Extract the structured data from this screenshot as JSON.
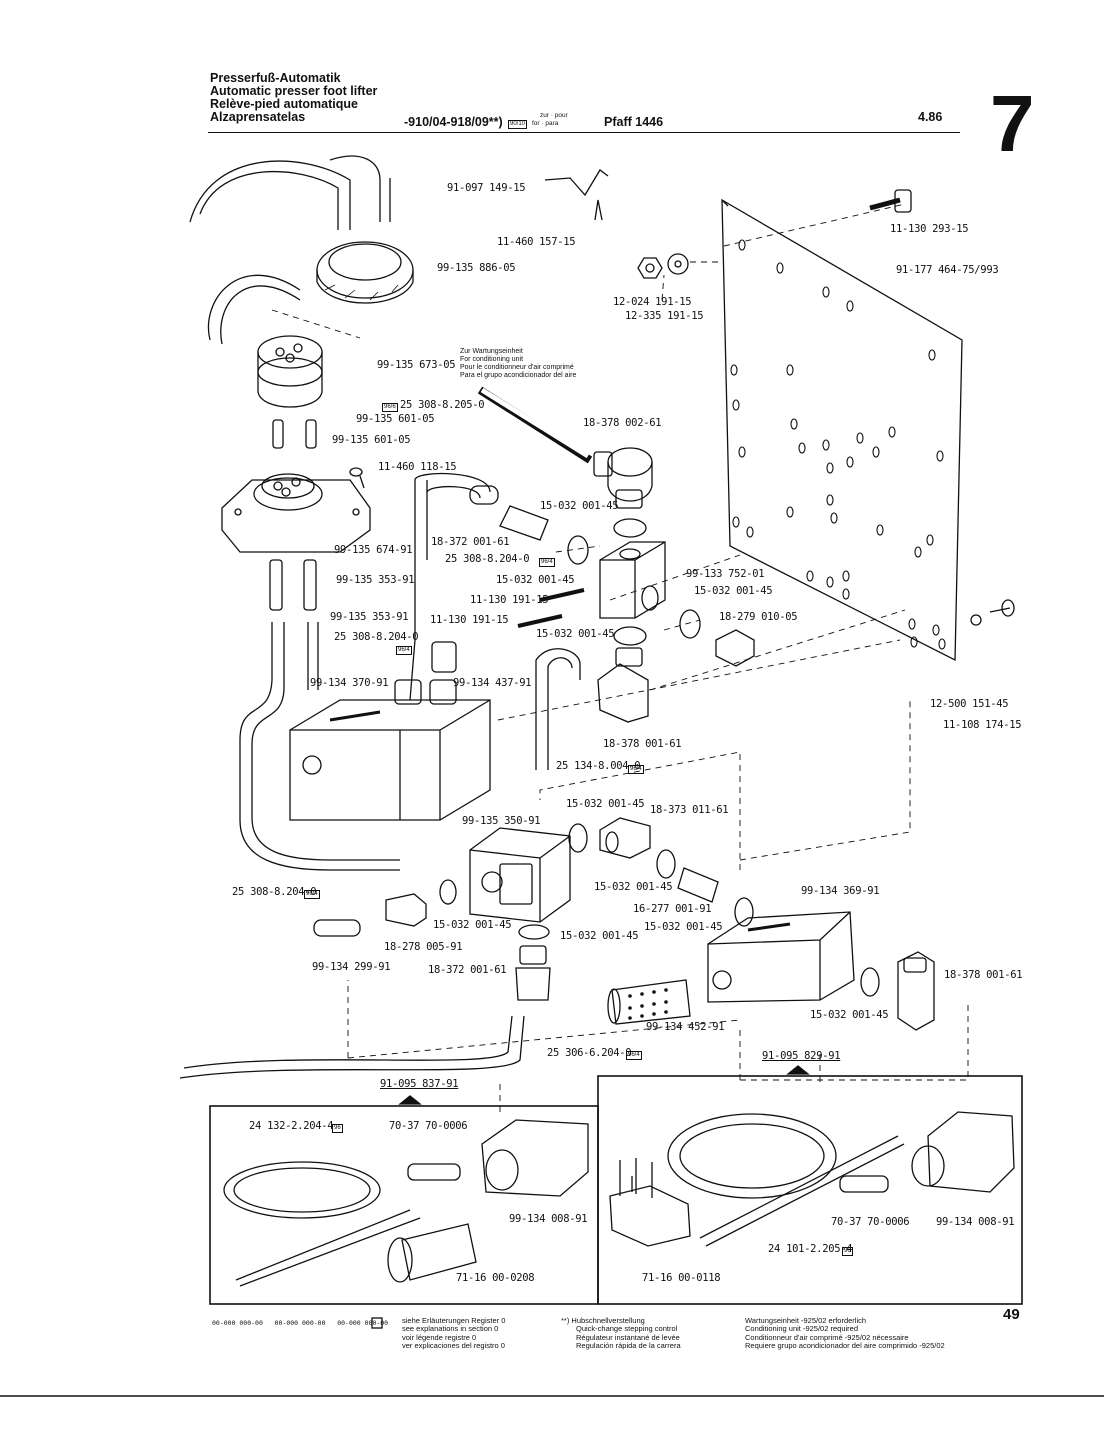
{
  "header": {
    "title_lines": [
      "Presserfuß-Automatik",
      "Automatic presser foot lifter",
      "Relève-pied automatique",
      "Alzaprensatelas"
    ],
    "model_code": "-910/04-918/09**)",
    "badge": "90/10",
    "zur_pour": "zur · pour",
    "for_para": "for · para",
    "machine": "Pfaff 1446",
    "date": "4.86",
    "section_number": "7"
  },
  "air_unit_note": {
    "lines": [
      "Zur Wartungseinheit",
      "For conditioning unit",
      "Pour le conditionneur d'air comprimé",
      "Para el grupo acondicionador del aire"
    ]
  },
  "parts": [
    {
      "id": "p1",
      "label": "91-097 149-15"
    },
    {
      "id": "p2",
      "label": "11-460 157-15"
    },
    {
      "id": "p3",
      "label": "99-135 886-05"
    },
    {
      "id": "p4",
      "label": "11-130 293-15"
    },
    {
      "id": "p5",
      "label": "91-177 464-75/993"
    },
    {
      "id": "p6",
      "label": "12-024 191-15"
    },
    {
      "id": "p7",
      "label": "12-335 191-15"
    },
    {
      "id": "p8",
      "label": "99-135 673-05"
    },
    {
      "id": "p9",
      "label": "25 308-8.205-0"
    },
    {
      "id": "p10",
      "label": "99-135 601-05"
    },
    {
      "id": "p11",
      "label": "99-135 601-05"
    },
    {
      "id": "p12",
      "label": "18-378 002-61"
    },
    {
      "id": "p13",
      "label": "11-460 118-15"
    },
    {
      "id": "p14",
      "label": "15-032 001-45"
    },
    {
      "id": "p15",
      "label": "18-372 001-61"
    },
    {
      "id": "p16",
      "label": "25 308-8.204-0"
    },
    {
      "id": "p17",
      "label": "99-135 674-91"
    },
    {
      "id": "p18",
      "label": "99-133 752-01"
    },
    {
      "id": "p19",
      "label": "99-135 353-91"
    },
    {
      "id": "p20",
      "label": "15-032 001-45"
    },
    {
      "id": "p21",
      "label": "15-032 001-45"
    },
    {
      "id": "p22",
      "label": "11-130 191-15"
    },
    {
      "id": "p23",
      "label": "18-279 010-05"
    },
    {
      "id": "p24",
      "label": "99-135 353-91"
    },
    {
      "id": "p25",
      "label": "11-130 191-15"
    },
    {
      "id": "p26",
      "label": "15-032 001-45"
    },
    {
      "id": "p27",
      "label": "25 308-8.204-0"
    },
    {
      "id": "p28",
      "label": "99-134 370-91"
    },
    {
      "id": "p29",
      "label": "99-134 437-91"
    },
    {
      "id": "p30",
      "label": "12-500 151-45"
    },
    {
      "id": "p31",
      "label": "11-108 174-15"
    },
    {
      "id": "p32",
      "label": "18-378 001-61"
    },
    {
      "id": "p33",
      "label": "25 134-8.004-0"
    },
    {
      "id": "p34",
      "label": "15-032 001-45"
    },
    {
      "id": "p35",
      "label": "18-373 011-61"
    },
    {
      "id": "p36",
      "label": "99-135 350-91"
    },
    {
      "id": "p37",
      "label": "25 308-8.204-0"
    },
    {
      "id": "p38",
      "label": "15-032 001-45"
    },
    {
      "id": "p39",
      "label": "16-277 001-91"
    },
    {
      "id": "p40",
      "label": "99-134 369-91"
    },
    {
      "id": "p41",
      "label": "15-032 001-45"
    },
    {
      "id": "p42",
      "label": "15-032 001-45"
    },
    {
      "id": "p43",
      "label": "15-032 001-45"
    },
    {
      "id": "p44",
      "label": "18-278 005-91"
    },
    {
      "id": "p45",
      "label": "99-134 299-91"
    },
    {
      "id": "p46",
      "label": "18-372 001-61"
    },
    {
      "id": "p47",
      "label": "18-378 001-61"
    },
    {
      "id": "p48",
      "label": "15-032 001-45"
    },
    {
      "id": "p49",
      "label": "99-134 452-91"
    },
    {
      "id": "p50",
      "label": "25 306-6.204-0"
    },
    {
      "id": "p51",
      "label": "91-095 829-91"
    },
    {
      "id": "p52",
      "label": "91-095 837-91"
    },
    {
      "id": "p53",
      "label": "24 132-2.204-4"
    },
    {
      "id": "p54",
      "label": "70-37 70-0006"
    },
    {
      "id": "p55",
      "label": "99-134 008-91"
    },
    {
      "id": "p56",
      "label": "71-16 00-0208"
    },
    {
      "id": "p57",
      "label": "70-37 70-0006"
    },
    {
      "id": "p58",
      "label": "99-134 008-91"
    },
    {
      "id": "p59",
      "label": "24 101-2.205-4"
    },
    {
      "id": "p60",
      "label": "71-16 00-0118"
    }
  ],
  "badges": {
    "b9": "96/6",
    "b16": "96/4",
    "b27": "96/4",
    "b33": "96/4",
    "b37": "96/4",
    "b50": "96/4",
    "b53": "96",
    "b59": "96"
  },
  "footer": {
    "codes": "00-000 000-00   00-000 000-00   00-000 000-00",
    "see_lines": [
      "siehe Erläuterungen Register 0",
      "see explanations in section 0",
      "voir légende registre 0",
      "ver explicaciones del registro 0"
    ],
    "quick_lines": [
      "**) Hubschnellverstellung",
      "Quick-change stepping control",
      "Régulateur instantané de levée",
      "Regulación rápida de la carrera"
    ],
    "maint_lines": [
      "Wartungseinheit -925/02 erforderlich",
      "Conditioning unit -925/02 required",
      "Conditionneur d'air comprimé -925/02 nécessaire",
      "Requiere grupo acondicionador del aire comprimido -925/02"
    ],
    "page_number": "49"
  }
}
